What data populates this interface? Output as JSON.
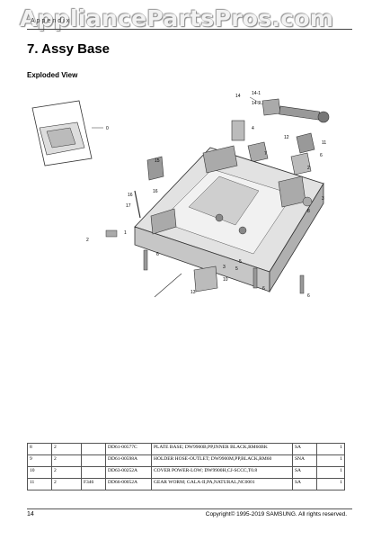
{
  "watermark": "AppliancePartsPros.com",
  "chapter_tag": "Appendix",
  "section_title": "7. Assy Base",
  "subhead": "Exploded View",
  "callouts": [
    "0",
    "14",
    "14-1",
    "14-2",
    "4",
    "12",
    "11",
    "15",
    "7",
    "6",
    "2",
    "16",
    "16",
    "17",
    "3",
    "1",
    "2",
    "8",
    "6",
    "3",
    "5",
    "13",
    "10",
    "6",
    "6",
    "5"
  ],
  "parts_table": {
    "rows": [
      {
        "no": "8",
        "level": "2",
        "loc": "",
        "code": "DD61-00577C",
        "desc": "PLATE BASE; DW9900B,PP,INNER BLACK,RM60BK",
        "sa": "SA",
        "qty": "1"
      },
      {
        "no": "9",
        "level": "2",
        "loc": "",
        "code": "DD61-00598A",
        "desc": "HOLDER HOSE-OUTLET; DW9900M,PP,BLACK,RM60",
        "sa": "SNA",
        "qty": "1"
      },
      {
        "no": "10",
        "level": "2",
        "loc": "",
        "code": "DD63-00252A",
        "desc": "COVER POWER-LOW; DW9900H,CJ-SCCC,T0.8",
        "sa": "SA",
        "qty": "1"
      },
      {
        "no": "11",
        "level": "2",
        "loc": "F346",
        "code": "DD66-00052A",
        "desc": "GEAR WORM; GALA-II,PA,NATURAL,NC0001",
        "sa": "SA",
        "qty": "1"
      }
    ]
  },
  "footer": {
    "page_number": "14",
    "copyright": "Copyright© 1995-2019 SAMSUNG. All rights reserved."
  }
}
